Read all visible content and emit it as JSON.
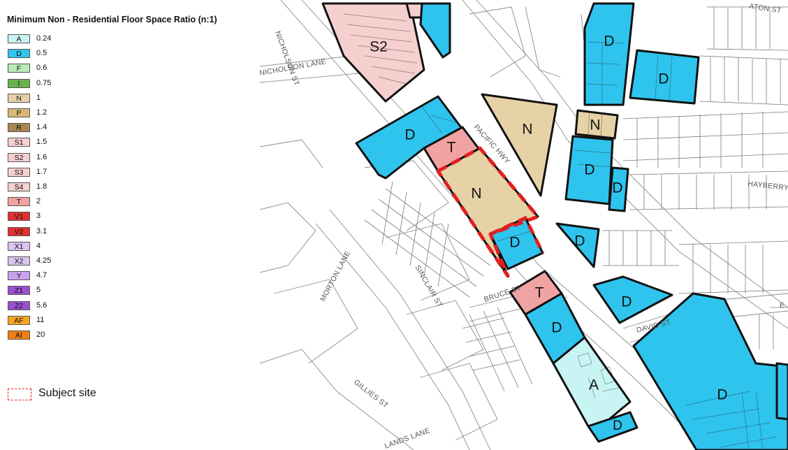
{
  "legend": {
    "title": "Minimum Non - Residential Floor Space Ratio (n:1)",
    "items": [
      {
        "code": "A",
        "value": "0.24",
        "color": "#c8f5f4"
      },
      {
        "code": "D",
        "value": "0.5",
        "color": "#2ec4ee"
      },
      {
        "code": "F",
        "value": "0.6",
        "color": "#b7ecb4"
      },
      {
        "code": "I",
        "value": "0.75",
        "color": "#6ab04c"
      },
      {
        "code": "N",
        "value": "1",
        "color": "#e6d2a6"
      },
      {
        "code": "P",
        "value": "1.2",
        "color": "#d9b877"
      },
      {
        "code": "R",
        "value": "1.4",
        "color": "#a78650"
      },
      {
        "code": "S1",
        "value": "1.5",
        "color": "#f6cfcf"
      },
      {
        "code": "S2",
        "value": "1.6",
        "color": "#f6cfcf"
      },
      {
        "code": "S3",
        "value": "1.7",
        "color": "#f6cfcf"
      },
      {
        "code": "S4",
        "value": "1.8",
        "color": "#f6cfcf"
      },
      {
        "code": "T",
        "value": "2",
        "color": "#f1a3a3"
      },
      {
        "code": "V1",
        "value": "3",
        "color": "#e03030"
      },
      {
        "code": "V2",
        "value": "3.1",
        "color": "#e03030"
      },
      {
        "code": "X1",
        "value": "4",
        "color": "#dcc3f0"
      },
      {
        "code": "X2",
        "value": "4.25",
        "color": "#dcc3f0"
      },
      {
        "code": "Y",
        "value": "4.7",
        "color": "#c9a2ee"
      },
      {
        "code": "Z1",
        "value": "5",
        "color": "#9a4fd1"
      },
      {
        "code": "Z2",
        "value": "5.6",
        "color": "#9a4fd1"
      },
      {
        "code": "AF",
        "value": "11",
        "color": "#f6a623"
      },
      {
        "code": "AI",
        "value": "20",
        "color": "#f07e16"
      }
    ],
    "subject_site_label": "Subject site",
    "subject_site_color": "#e02020"
  },
  "map": {
    "zone_labels": {
      "s2": "S2",
      "d_top": "D",
      "d_topright": "D",
      "n_pacific": "N",
      "n_small": "N",
      "d_left": "D",
      "t_left": "T",
      "n_site": "N",
      "d_site": "D",
      "d_mid": "D",
      "d_thin": "D",
      "d_tri": "D",
      "t_bruce": "T",
      "d_bruce": "D",
      "d_david": "D",
      "a_block": "A",
      "d_bottom": "D",
      "d_large": "D"
    },
    "streets": {
      "nicholson_st": "NICHOLSON ST",
      "nicholson_lane": "NICHOLSON LANE",
      "pacific_hwy": "PACIFIC HWY",
      "hayberry_st": "HAYBERRY",
      "morton_lane": "MORTON LANE",
      "sinclair_st": "SINCLAIR ST",
      "bruce_st": "BRUCE ST",
      "david_st": "DAVID ST",
      "gillies_st": "GILLIES ST",
      "lands_lane": "LANDS LANE",
      "top_right_st": "ATON ST",
      "edge_e": "E"
    },
    "colors": {
      "D": "#2ec4ee",
      "N": "#e6d2a6",
      "T": "#f1a3a3",
      "S2": "#f6cfcf",
      "A": "#c8f5f4",
      "subject": "#e02020"
    }
  }
}
